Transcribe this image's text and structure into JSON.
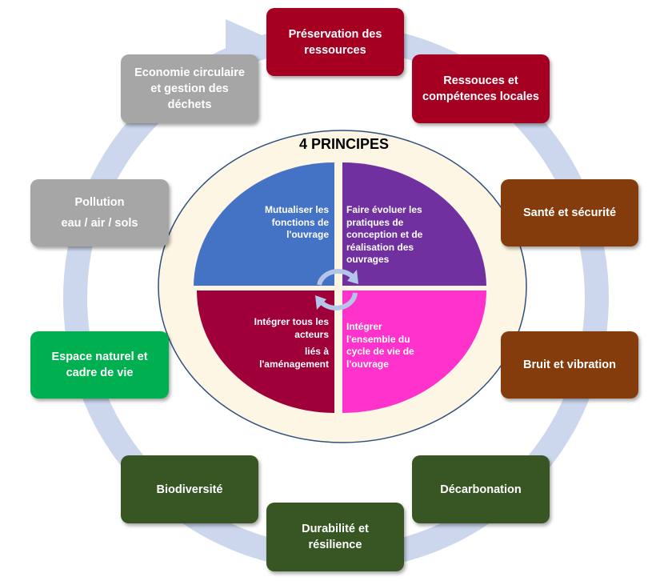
{
  "diagram": {
    "center_title": "4 PRINCIPES",
    "principles": [
      {
        "lines": [
          "Mutualiser les",
          "fonctions de",
          "l'ouvrage"
        ],
        "color": "#4472c4"
      },
      {
        "lines": [
          "Faire évoluer les",
          "pratiques de",
          "conception et de",
          "réalisation des",
          "ouvrages"
        ],
        "color": "#7030a0"
      },
      {
        "lines": [
          "Intégrer tous les",
          "acteurs",
          "liés à",
          "l'aménagement"
        ],
        "color": "#a0003a"
      },
      {
        "lines": [
          "Intégrer",
          "l'ensemble du",
          "cycle de vie de",
          "l'ouvrage"
        ],
        "color": "#ff33cc"
      }
    ],
    "themes": [
      {
        "lines": [
          "Préservation des",
          "ressources"
        ],
        "color": "#a50021"
      },
      {
        "lines": [
          "Ressouces et",
          "compétences locales"
        ],
        "color": "#a50021"
      },
      {
        "lines": [
          "Santé et sécurité"
        ],
        "color": "#843c0c"
      },
      {
        "lines": [
          "Bruit et vibration"
        ],
        "color": "#843c0c"
      },
      {
        "lines": [
          "Décarbonation"
        ],
        "color": "#375623"
      },
      {
        "lines": [
          "Durabilité et",
          "résilience"
        ],
        "color": "#375623"
      },
      {
        "lines": [
          "Biodiversité"
        ],
        "color": "#375623"
      },
      {
        "lines": [
          "Espace naturel et",
          "cadre de vie"
        ],
        "color": "#00b050"
      },
      {
        "lines": [
          "Pollution",
          "eau / air / sols"
        ],
        "color": "#a6a6a6"
      },
      {
        "lines": [
          "Economie circulaire",
          "et gestion des",
          "déchets"
        ],
        "color": "#a6a6a6"
      }
    ],
    "colors": {
      "ring": "#ccd6ec",
      "ellipse_fill": "#fdf6e4",
      "ellipse_stroke": "#2f4f7f",
      "arrow": "#b4c6e7"
    }
  }
}
